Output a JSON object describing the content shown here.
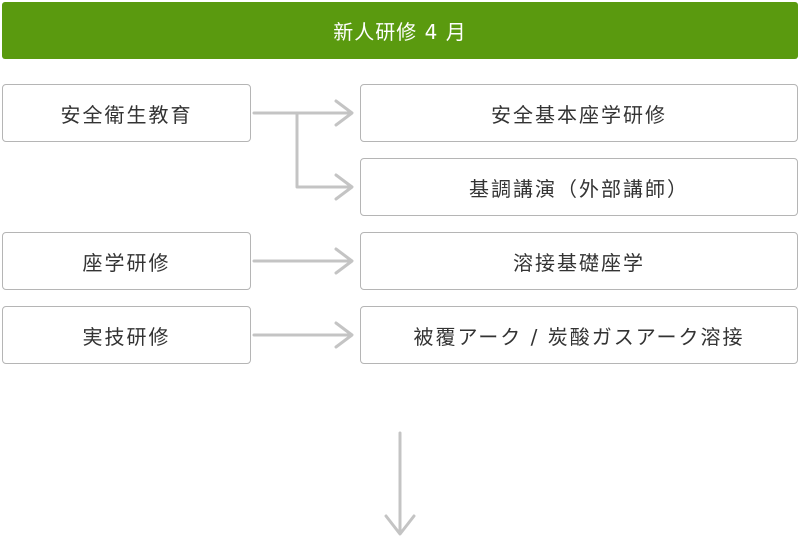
{
  "header": {
    "title": "新人研修 4 月"
  },
  "rows": {
    "safety": {
      "label": "安全衛生教育",
      "targets": [
        "安全基本座学研修",
        "基調講演（外部講師）"
      ]
    },
    "classroom": {
      "label": "座学研修",
      "target": "溶接基礎座学"
    },
    "practical": {
      "label": "実技研修",
      "target": "被覆アーク / 炭酸ガスアーク溶接"
    }
  },
  "colors": {
    "header_bg": "#5a9a0f",
    "header_text": "#ffffff",
    "box_border": "#b5b5b5",
    "arrow": "#c4c4c4",
    "text": "#333333"
  },
  "icons": {
    "flow_arrow": "arrow-right-icon",
    "continue_arrow": "arrow-down-icon"
  }
}
